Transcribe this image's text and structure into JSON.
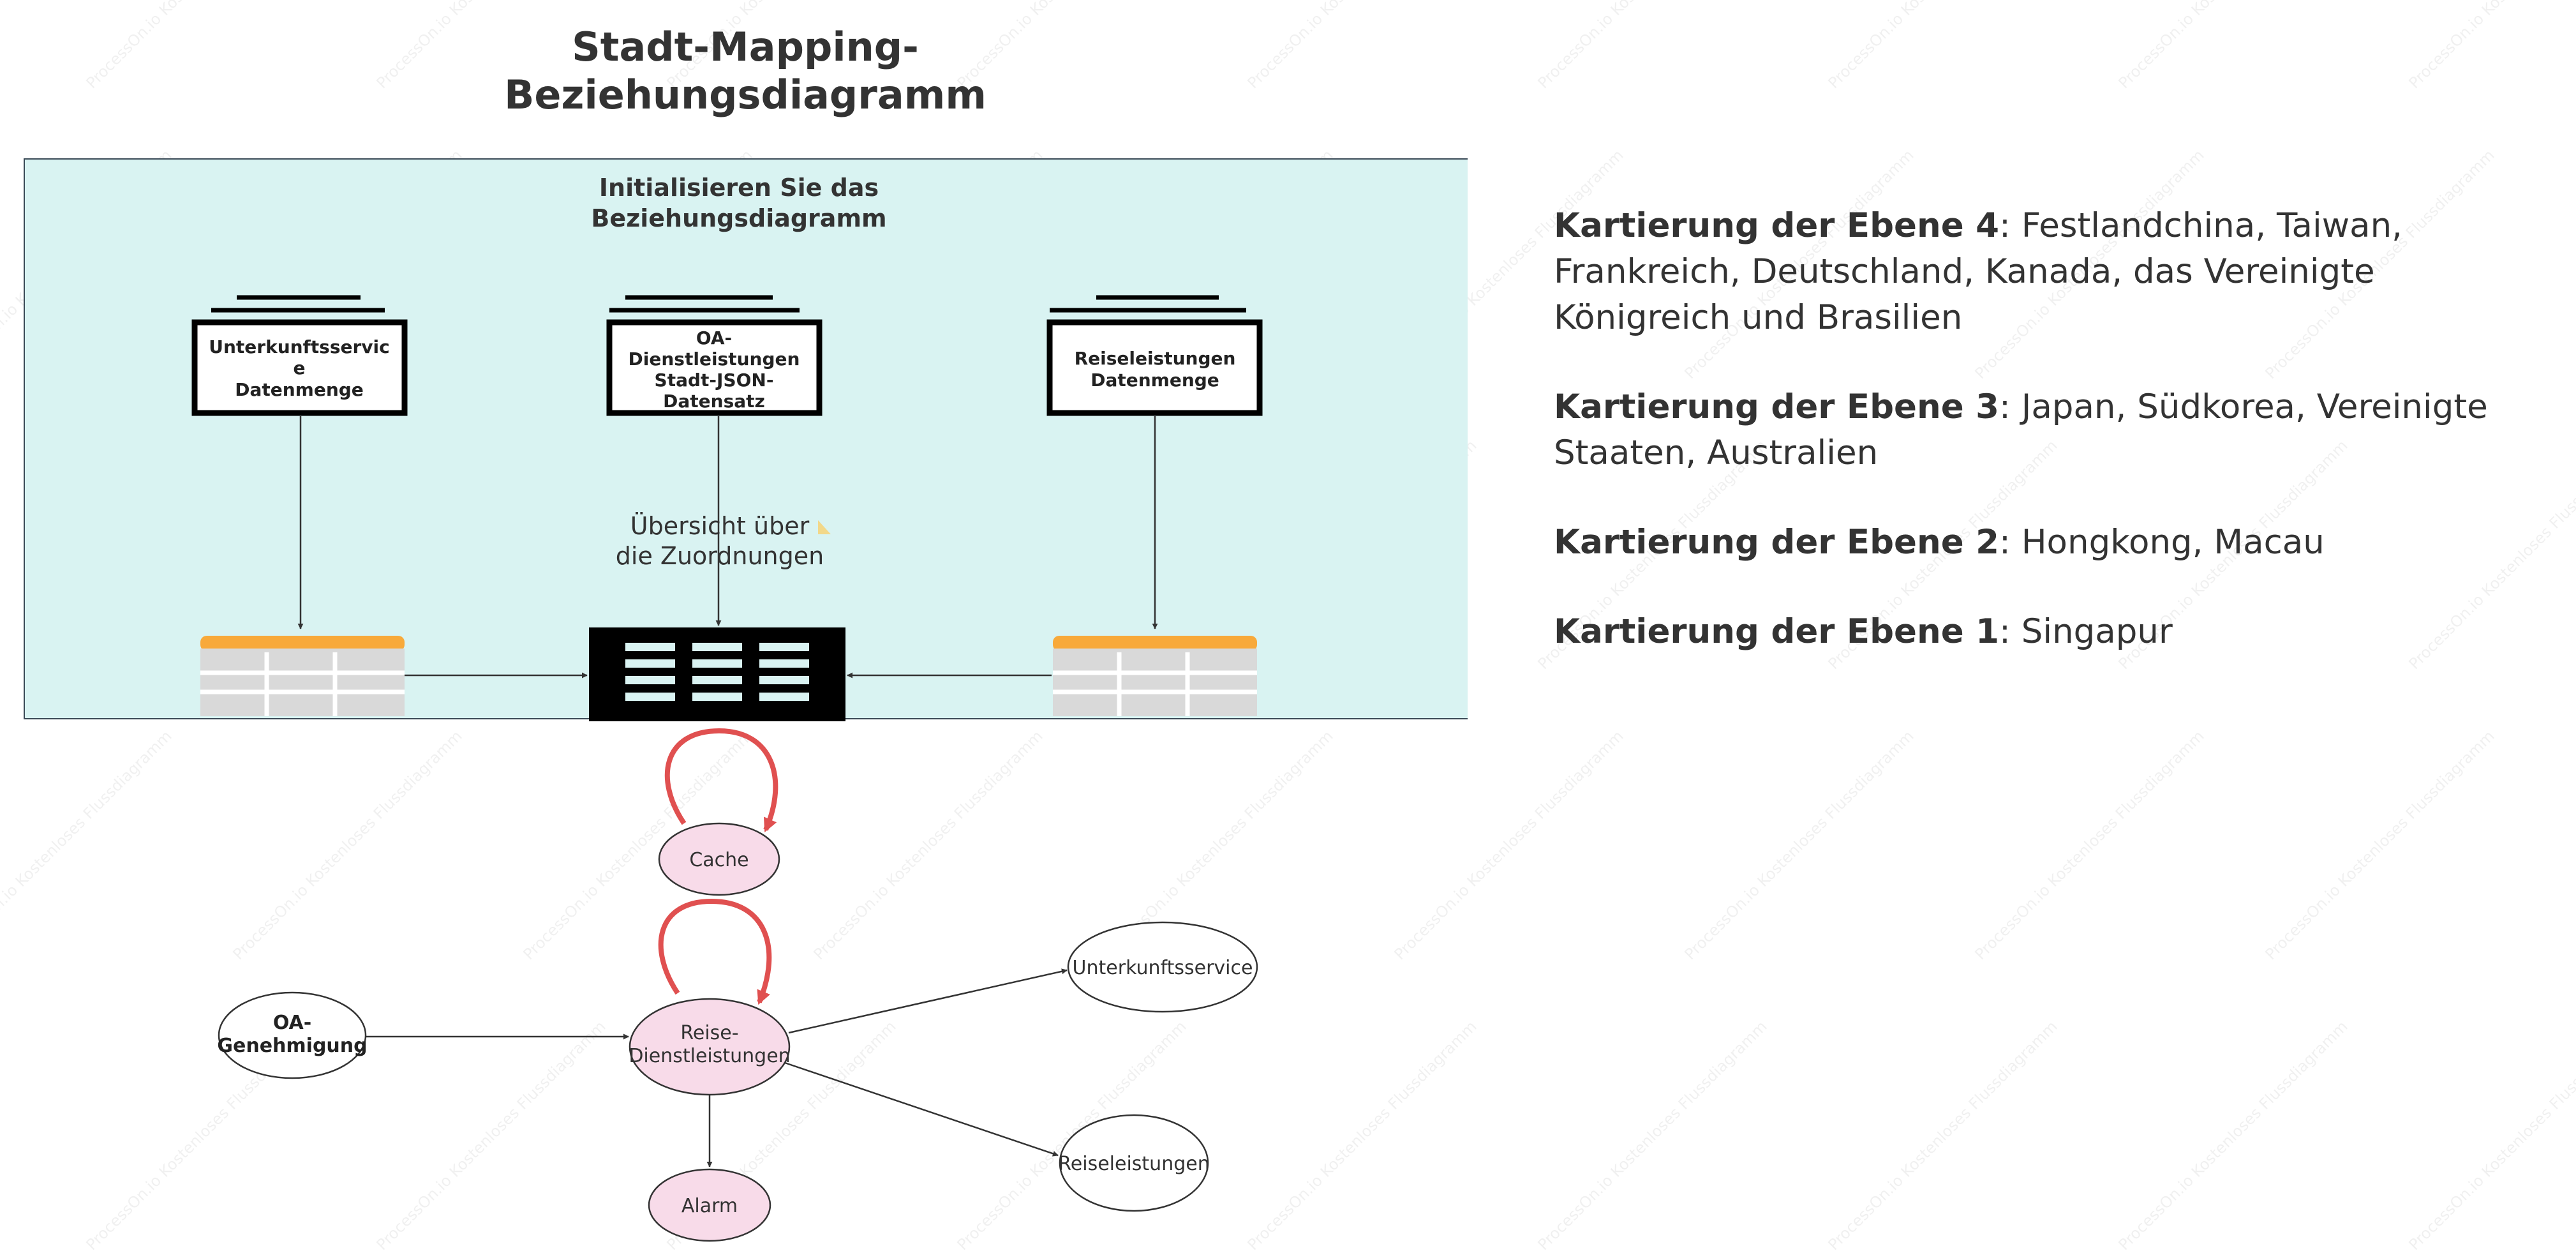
{
  "title": {
    "line1": "Stadt-Mapping-",
    "line2": "Beziehungsdiagramm"
  },
  "container": {
    "title_line1": "Initialisieren Sie das",
    "title_line2": "Beziehungsdiagramm"
  },
  "datasets": [
    {
      "lines": [
        "Unterkunftsservic",
        "e",
        "Datenmenge"
      ]
    },
    {
      "lines": [
        "OA-",
        "Dienstleistungen",
        "Stadt-JSON-",
        "Datensatz"
      ]
    },
    {
      "lines": [
        "Reiseleistungen",
        "Datenmenge"
      ]
    }
  ],
  "mapping_overview": {
    "line1": "Übersicht über",
    "line2": "die Zuordnungen"
  },
  "nodes": {
    "cache": "Cache",
    "oa_approval": [
      "OA-",
      "Genehmigung"
    ],
    "travel_services": [
      "Reise-",
      "Dienstleistungen"
    ],
    "accommodation": "Unterkunftsservice",
    "travel_benefits": "Reiseleistungen",
    "alarm": "Alarm"
  },
  "legend": [
    {
      "level": "Kartierung der Ebene 4",
      "sep": ": ",
      "countries": "Festlandchina, Taiwan, Frankreich, Deutschland, Kanada, das Vereinigte Königreich und Brasilien"
    },
    {
      "level": "Kartierung der Ebene 3",
      "sep": ": ",
      "countries": "Japan, Südkorea, Vereinigte Staaten, Australien"
    },
    {
      "level": "Kartierung der Ebene 2",
      "sep": ": ",
      "countries": "Hongkong, Macau"
    },
    {
      "level": "Kartierung der Ebene 1",
      "sep": ": ",
      "countries": "Singapur"
    }
  ],
  "watermark": "ProcessOn.io Kostenloses Flussdiagramm",
  "colors": {
    "container_bg": "#d9f3f2",
    "table_header": "#f8a93a",
    "table_body": "#d9d9d9",
    "server_bg": "#000000",
    "loop_arrow": "#e05050",
    "pink_node": "#f8dbe9"
  }
}
